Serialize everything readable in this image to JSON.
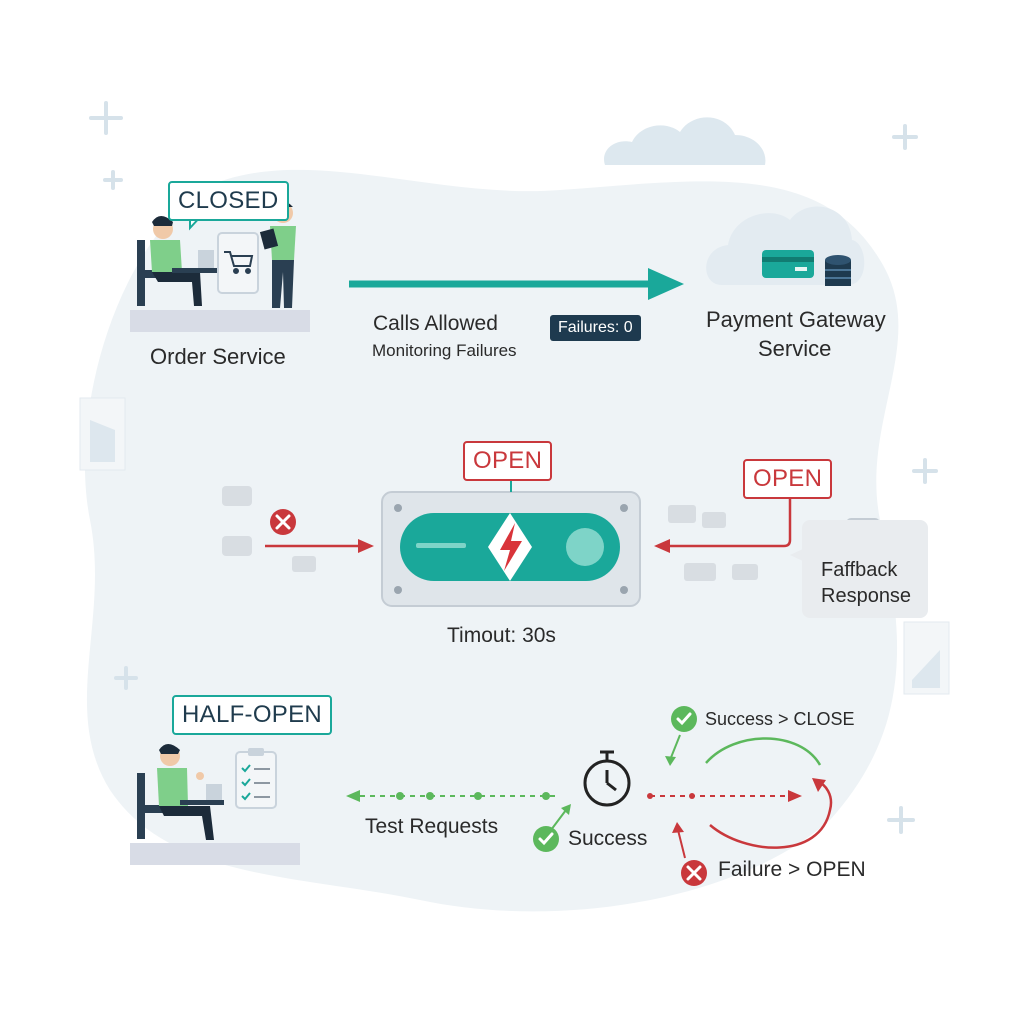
{
  "closed_section": {
    "state_label": "CLOSED",
    "service_name": "Order Service",
    "flow_label_1": "Calls Allowed",
    "flow_label_2": "Monitoring Failures",
    "failures_badge": "Failures: 0",
    "target_name_line1": "Payment Gateway",
    "target_name_line2": "Service"
  },
  "open_section": {
    "state_label_top": "OPEN",
    "state_label_right": "OPEN",
    "timeout_label": "Timout: 30s",
    "fallback_line1": "Faffback",
    "fallback_line2": "Response"
  },
  "half_open_section": {
    "state_label": "HALF-OPEN",
    "test_requests_label": "Test Requests",
    "success_label": "Success",
    "success_close_label": "Success > CLOSE",
    "failure_open_label": "Failure > OPEN"
  },
  "colors": {
    "teal": "#1aa89a",
    "red": "#c9383c",
    "green": "#5cb85c",
    "navy": "#1e3a4f"
  },
  "icons": [
    "person-at-desk-icon",
    "person-with-tablet-icon",
    "shopping-cart-icon",
    "credit-card-icon",
    "database-icon",
    "lightning-icon",
    "error-x-icon",
    "check-icon",
    "stopwatch-icon",
    "message-bubble-icon",
    "clipboard-checklist-icon",
    "cloud-icon",
    "plus-sparkle-icon"
  ]
}
